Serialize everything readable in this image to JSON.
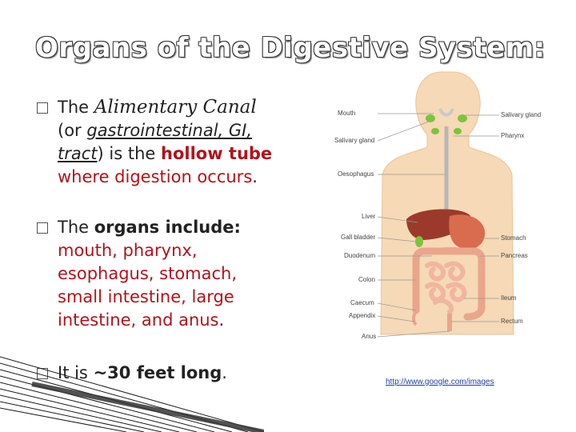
{
  "title": "Organs of the Digestive System:",
  "bullets": {
    "b1": {
      "line1_prefix": "The ",
      "line1_italic": "Alimentary Canal",
      "line2_prefix": "(or ",
      "line2_underlined": "gastrointestinal, GI,",
      "line3_underlined": "tract",
      "line3_mid": ") is the ",
      "line3_red": "hollow tube",
      "line4_red": "where digestion occurs",
      "line4_end": "."
    },
    "b2": {
      "prefix": "The ",
      "bold": "organs include:",
      "lines": [
        "mouth, pharynx,",
        "esophagus, stomach,",
        "small intestine, large",
        "intestine, and anus"
      ],
      "end": "."
    },
    "b3": {
      "prefix": "It is ",
      "bold": "~30 feet long",
      "end": "."
    }
  },
  "figure": {
    "left_labels": [
      "Mouth",
      "Salivary gland",
      "Oesophagus",
      "Liver",
      "Gall bladder",
      "Duodenum",
      "Colon",
      "Caecum",
      "Appendix",
      "Anus"
    ],
    "right_labels": [
      "Salivary gland",
      "Pharynx",
      "Stomach",
      "Pancreas",
      "Ileum",
      "Rectum"
    ]
  },
  "source_link": "http://www.google.com/images",
  "colors": {
    "accent_red": "#b2121b",
    "skin": "#f6d9b6",
    "liver": "#9b3a2c",
    "stomach": "#d96b4f",
    "intestine": "#f0b6a0",
    "gland": "#7fc241",
    "link": "#1f3ea8"
  }
}
